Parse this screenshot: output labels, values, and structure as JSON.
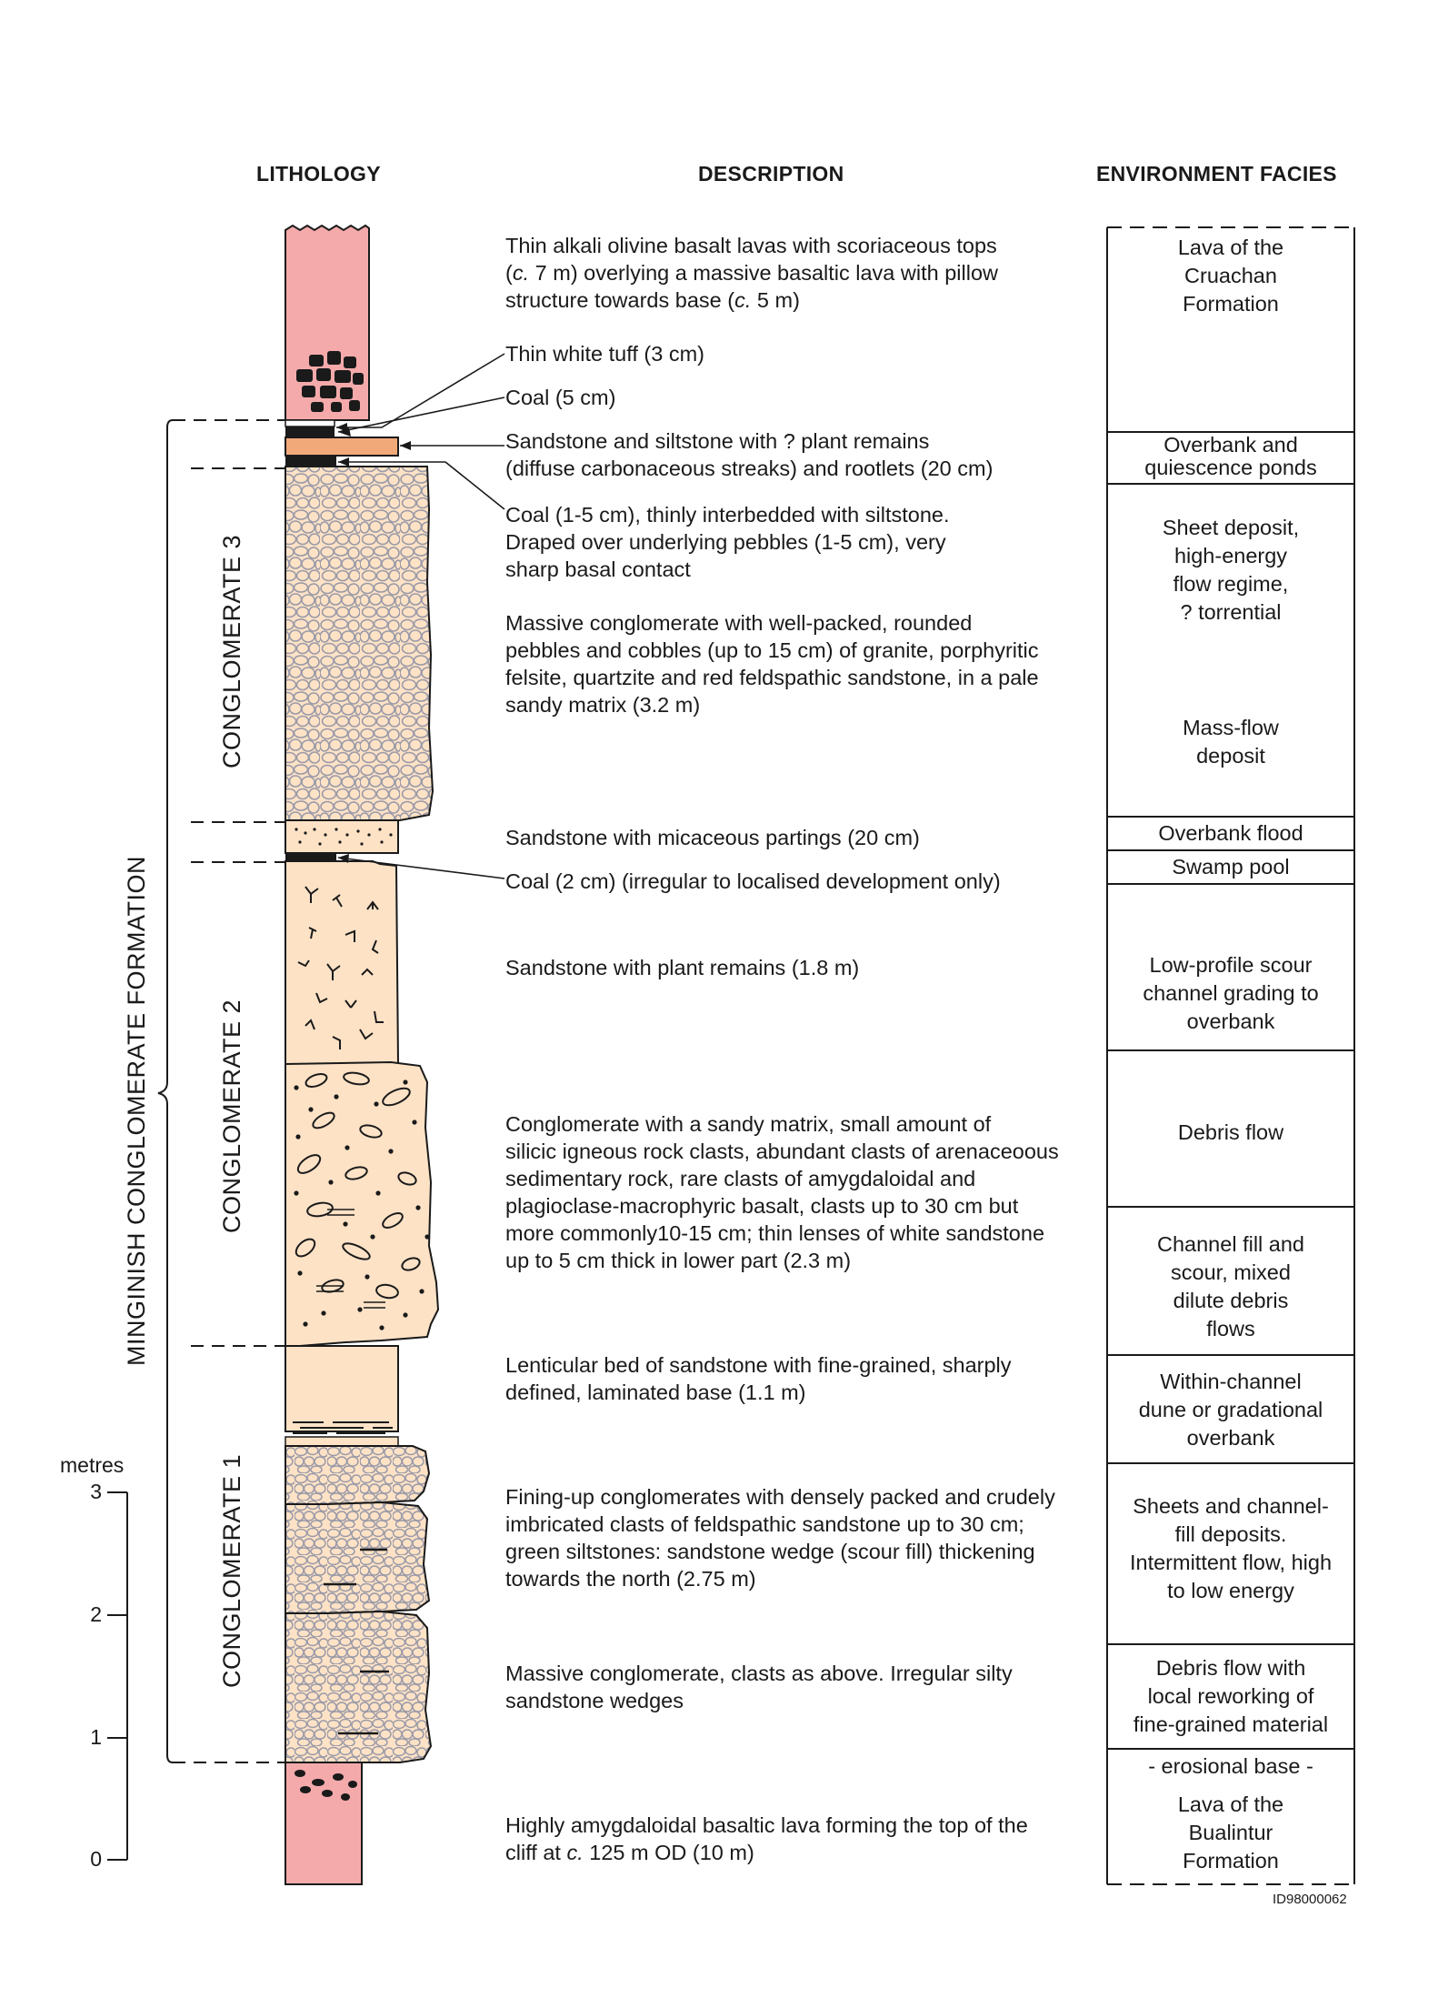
{
  "headers": {
    "lithology": "LITHOLOGY",
    "description": "DESCRIPTION",
    "environment": "ENVIRONMENT FACIES"
  },
  "formation_label": "MINGINISH CONGLOMERATE FORMATION",
  "units": {
    "c3": "CONGLOMERATE 3",
    "c2": "CONGLOMERATE 2",
    "c1": "CONGLOMERATE 1"
  },
  "scale": {
    "unit": "metres",
    "ticks": [
      "3",
      "2",
      "1",
      "0"
    ]
  },
  "descriptions": {
    "lava_top": {
      "l1": "Thin alkali olivine basalt lavas with scoriaceous tops",
      "l2a": "(",
      "l2i": "c.",
      "l2b": " 7 m) overlying a massive basaltic lava with pillow",
      "l3a": "structure towards base (",
      "l3i": "c.",
      "l3b": " 5 m)"
    },
    "tuff": "Thin white tuff (3 cm)",
    "coal_5": "Coal (5 cm)",
    "sandstone_plant": {
      "l1": "Sandstone and siltstone with ? plant remains",
      "l2": "(diffuse carbonaceous streaks) and rootlets (20 cm)"
    },
    "coal_thin": {
      "l1": "Coal (1-5 cm), thinly interbedded with siltstone.",
      "l2": "Draped over underlying pebbles (1-5 cm), very",
      "l3": "sharp basal contact"
    },
    "massive_cong": {
      "l1": "Massive conglomerate with well-packed, rounded",
      "l2": "pebbles and cobbles (up to 15 cm) of granite, porphyritic",
      "l3": "felsite, quartzite and red feldspathic sandstone, in a pale",
      "l4": "sandy matrix (3.2 m)"
    },
    "micaceous": "Sandstone  with micaceous partings (20 cm)",
    "coal_2": "Coal (2 cm) (irregular to localised development only)",
    "sandstone_plant2": "Sandstone with plant remains (1.8 m)",
    "cong_sandy": {
      "l1": "Conglomerate with a sandy matrix, small amount of",
      "l2": "silicic igneous rock clasts, abundant clasts of arenaceoous",
      "l3": "sedimentary rock, rare clasts of amygdaloidal and",
      "l4": "plagioclase-macrophyric basalt, clasts up to 30 cm but",
      "l5": "more commonly10-15 cm; thin lenses of white sandstone",
      "l6": "up to 5 cm thick in lower part  (2.3 m)"
    },
    "lenticular": {
      "l1": "Lenticular bed of sandstone with fine-grained, sharply",
      "l2": "defined, laminated base (1.1 m)"
    },
    "fining_up": {
      "l1": "Fining-up conglomerates with densely packed and crudely",
      "l2": "imbricated clasts of feldspathic sandstone up to 30 cm;",
      "l3": "green siltstones: sandstone wedge (scour fill) thickening",
      "l4": "towards the north (2.75 m)"
    },
    "massive_cong2": {
      "l1": "Massive conglomerate, clasts as above. Irregular silty",
      "l2": "sandstone wedges"
    },
    "amygdaloidal": {
      "l1": "Highly amygdaloidal basaltic lava forming the top of the",
      "l2a": "cliff at ",
      "l2i": "c.",
      "l2b": " 125 m OD (10 m)"
    }
  },
  "environments": {
    "cruachan": {
      "l1": "Lava of the",
      "l2": "Cruachan",
      "l3": "Formation"
    },
    "overbank_ponds": {
      "l1": "Overbank and",
      "l2": "quiescence ponds"
    },
    "sheet": {
      "l1": "Sheet deposit,",
      "l2": "high-energy",
      "l3": "flow regime,",
      "l4": "? torrential"
    },
    "massflow": {
      "l1": "Mass-flow",
      "l2": "deposit"
    },
    "overbank_flood": "Overbank flood",
    "swamp": "Swamp pool",
    "scour": {
      "l1": "Low-profile scour",
      "l2": "channel grading to",
      "l3": "overbank"
    },
    "debris": "Debris flow",
    "channel_fill": {
      "l1": "Channel fill and",
      "l2": "scour, mixed",
      "l3": "dilute debris",
      "l4": "flows"
    },
    "within_channel": {
      "l1": "Within-channel",
      "l2": "dune or gradational",
      "l3": "overbank"
    },
    "sheets_channel": {
      "l1": "Sheets and channel-",
      "l2": "fill deposits.",
      "l3": "Intermittent flow, high",
      "l4": "to low energy"
    },
    "debris_rework": {
      "l1": "Debris flow with",
      "l2": "local reworking of",
      "l3": "fine-grained material"
    },
    "erosional": "- erosional base -",
    "bualintur": {
      "l1": "Lava of the",
      "l2": "Bualintur",
      "l3": "Formation"
    }
  },
  "figure_id": "ID98000062",
  "colors": {
    "lava": "#f4aaab",
    "sand": "#fde2c6",
    "sandstone_orange": "#f2a97a",
    "coal": "#1a1a1a",
    "pebble_outline": "#9a9aa8",
    "line": "#1a1a1a"
  }
}
